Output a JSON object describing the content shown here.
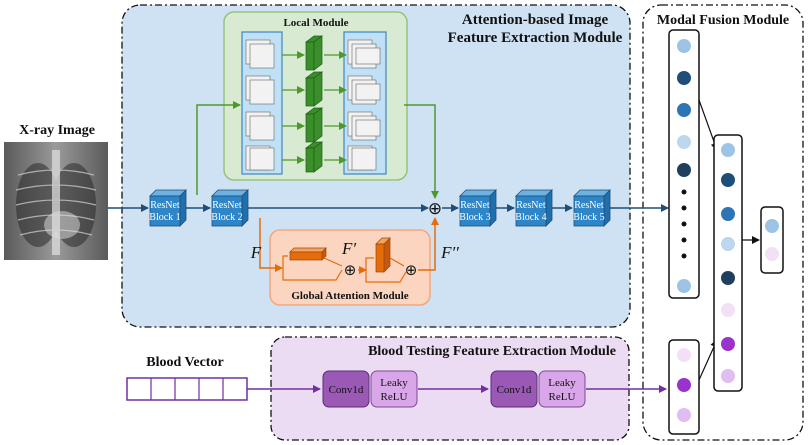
{
  "titles": {
    "attention_line1": "Attention-based Image",
    "attention_line2": "Feature Extraction Module",
    "modal_fusion": "Modal Fusion Module",
    "local_module": "Local Module",
    "global_attention": "Global Attention Module",
    "blood_testing": "Blood Testing Feature Extraction Module",
    "xray": "X-ray Image",
    "blood_vector": "Blood Vector"
  },
  "blocks": [
    {
      "line1": "ResNet",
      "line2": "Block 1"
    },
    {
      "line1": "ResNet",
      "line2": "Block 2"
    },
    {
      "line1": "ResNet",
      "line2": "Block 3"
    },
    {
      "line1": "ResNet",
      "line2": "Block 4"
    },
    {
      "line1": "ResNet",
      "line2": "Block 5"
    }
  ],
  "features": {
    "f": "F",
    "f_prime": "F′",
    "f_double": "F′′"
  },
  "blood_ops": [
    {
      "conv": "Conv1d",
      "act_line1": "Leaky",
      "act_line2": "ReLU"
    },
    {
      "conv": "Conv1d",
      "act_line1": "Leaky",
      "act_line2": "ReLU"
    }
  ],
  "plus_symbol": "⊕",
  "colors": {
    "image_module_bg": "#cfe2f3",
    "local_module_bg": "#d9ead3",
    "global_module_bg": "#fbd5c0",
    "blood_module_bg": "#ecdcf3",
    "resnet_block": "#2e86c8",
    "green_arrow": "#4c9a2a",
    "orange": "#e46c0a",
    "purple": "#7030a0",
    "main_arrow": "#1f4e79"
  }
}
